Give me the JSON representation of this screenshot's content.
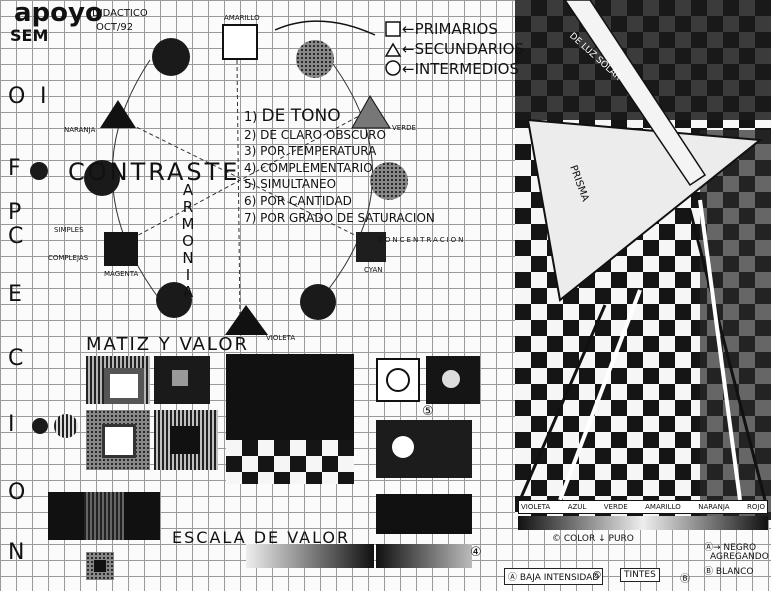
{
  "header": {
    "title": "apoyo",
    "subtitle_line1": "DIDACTICO",
    "subtitle_line2": "OCT/92",
    "sem": "SEM"
  },
  "legend": {
    "primarios": "←PRIMARIOS",
    "secundarios": "←SECUNDARIOS",
    "intermedios": "←INTERMEDIOS"
  },
  "colors": {
    "amarillo": "AMARILLO",
    "naranja": "NARANJA",
    "verde": "VERDE",
    "magenta": "MAGENTA",
    "cyan": "CYAN",
    "violeta": "VIOLETA"
  },
  "contraste": {
    "word": "CONTRASTE",
    "armonia": [
      "A",
      "R",
      "M",
      "O",
      "N",
      "I",
      "A"
    ],
    "items": [
      {
        "num": "1",
        "text": "DE TONO"
      },
      {
        "num": "2",
        "text": "DE CLARO OBSCURO"
      },
      {
        "num": "3",
        "text": "POR TEMPERATURA"
      },
      {
        "num": "4",
        "text": "COMPLEMENTARIO"
      },
      {
        "num": "5",
        "text": "SIMULTANEO"
      },
      {
        "num": "6",
        "text": "POR CANTIDAD"
      },
      {
        "num": "7",
        "text": "POR GRADO DE SATURACION"
      }
    ],
    "concentracion": "CONCENTRACION",
    "simples": "SIMPLES",
    "complejas": "COMPLEJAS"
  },
  "vertical_left": {
    "letters": [
      "O",
      "I",
      "F",
      "C",
      "E",
      "P",
      "C",
      "I",
      "O",
      "N"
    ]
  },
  "matiz": "MATIZ Y VALOR",
  "escala": "ESCALA DE VALOR",
  "luz": "DE LUZ SOLAR",
  "prisma": "PRISMA",
  "spectrum": {
    "labels": [
      "VIOLETA",
      "AZUL",
      "VERDE",
      "AMARILLO",
      "NARANJA",
      "ROJO"
    ]
  },
  "bottom": {
    "color_puro": "© COLOR ↓ PURO",
    "negro": "Ⓐ→ NEGRO",
    "agregando": "AGREGANDO",
    "blanco": "Ⓑ BLANCO",
    "baja": "Ⓐ BAJA INTENSIDAD",
    "c": "©",
    "tintes": "TINTES",
    "b": "Ⓑ",
    "num4": "④",
    "num5": "⑤"
  },
  "palette": {
    "ink": "#111111",
    "paper": "#fbfbfb",
    "grid": "#9a9a9a",
    "triangle_fill": "#e9e9e9"
  }
}
